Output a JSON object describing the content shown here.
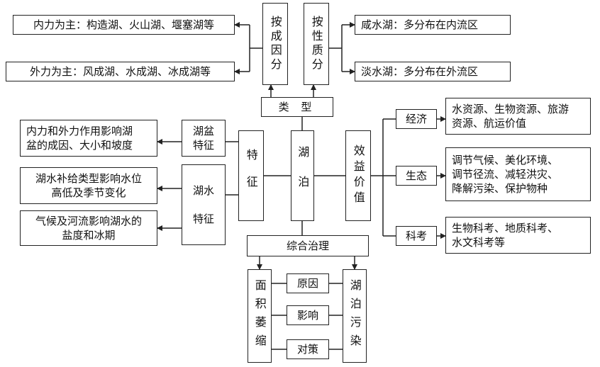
{
  "center": "湖泊",
  "types": {
    "label": "类 型",
    "by_cause": "按成因分",
    "by_property": "按性质分",
    "internal": "内力为主：构造湖、火山湖、堰塞湖等",
    "external": "外力为主：风成湖、水成湖、冰成湖等",
    "salt": "咸水湖：多分布在内流区",
    "fresh": "淡水湖：多分布在外流区"
  },
  "features": {
    "label": "特征",
    "basin_label": "湖盆\n特征",
    "basin_desc": "内力和外力作用影响湖\n盆的成因、大小和坡度",
    "water_label": "湖水\n\n特征",
    "water_desc1": "湖水补给类型影响水位\n高低及季节变化",
    "water_desc2": "气候及河流影响湖水的\n盐度和冰期"
  },
  "benefits": {
    "label": "效益价值",
    "economy_label": "经济",
    "economy_desc": "水资源、生物资源、旅游\n资源、航运价值",
    "ecology_label": "生态",
    "ecology_desc": "调节气候、美化环境、\n调节径流、减轻洪灾、\n降解污染、保护物种",
    "science_label": "科考",
    "science_desc": "生物科考、地质科考、\n水文科考等"
  },
  "governance": {
    "label": "综合治理",
    "area_shrink": "面积萎缩",
    "pollution": "湖泊污染",
    "cause": "原因",
    "impact": "影响",
    "measure": "对策"
  }
}
